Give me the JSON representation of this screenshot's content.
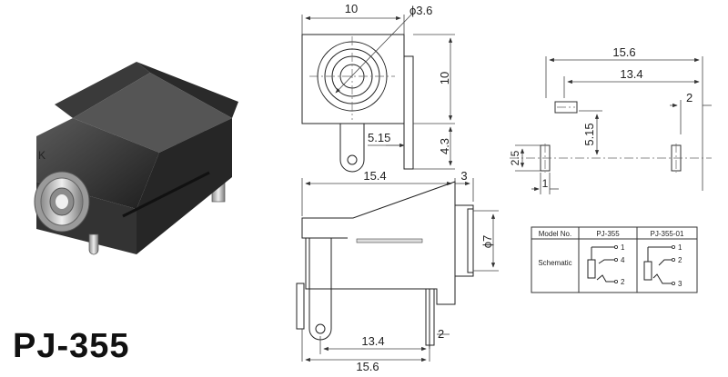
{
  "part_number": "PJ-355",
  "dimensions": {
    "front_width": "10",
    "hole_diameter": "ϕ3.6",
    "front_height": "10",
    "pin_offset": "5.15",
    "pin_height": "4.3",
    "side_length": "15.4",
    "barrel_length": "3",
    "barrel_diameter": "ϕ7",
    "pin_spacing": "13.4",
    "pin_width": "2",
    "overall_length": "15.6",
    "pcb_overall": "15.6",
    "pcb_pin_spacing": "13.4",
    "pcb_pin_width": "2",
    "pcb_offset": "5.15",
    "pcb_pad_height": "2.5",
    "pcb_pad_width": "1"
  },
  "table": {
    "header_label": "Model No.",
    "models": [
      "PJ-355",
      "PJ-355-01"
    ],
    "row_label": "Schematic",
    "pins_a": [
      "1",
      "4",
      "2"
    ],
    "pins_b": [
      "1",
      "2",
      "3"
    ]
  }
}
